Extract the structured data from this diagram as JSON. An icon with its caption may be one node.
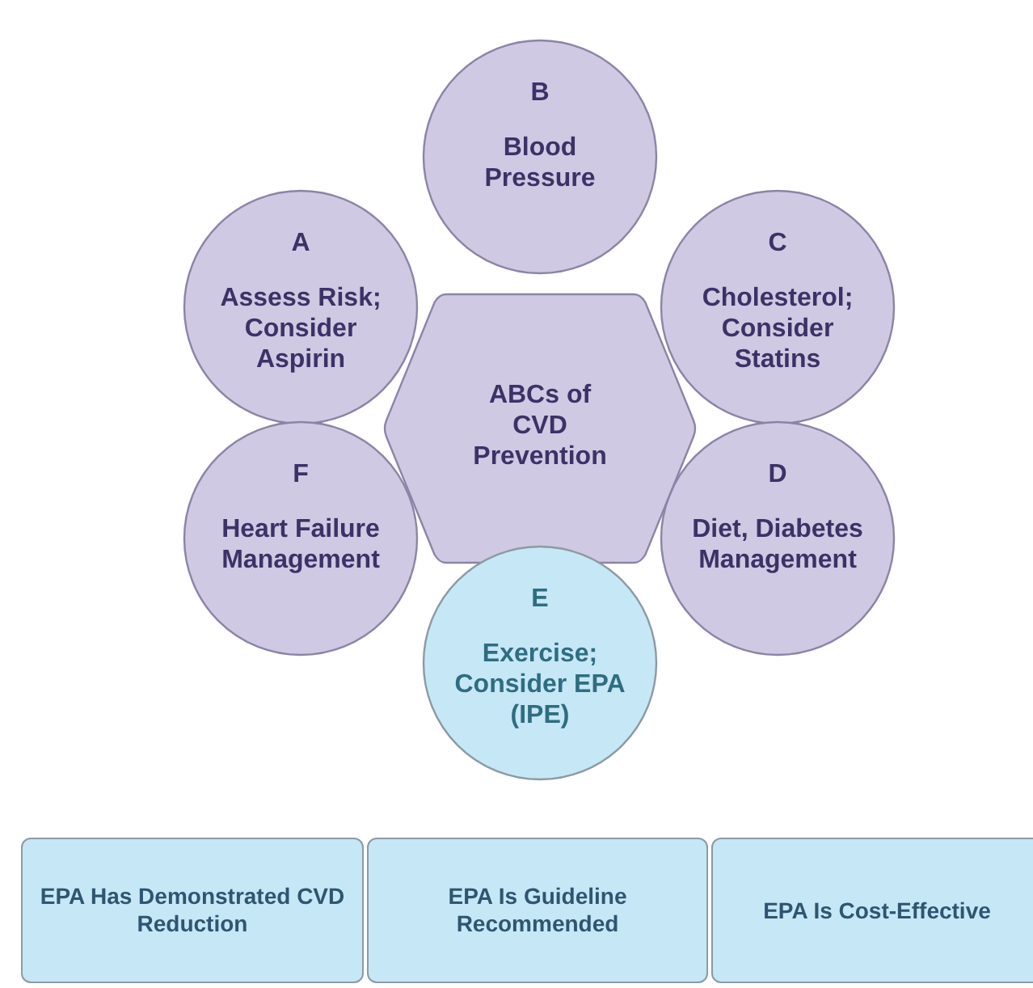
{
  "diagram": {
    "nodes": [
      {
        "text": [
          "B",
          "Blood Pressure"
        ]
      },
      {
        "text": [
          "A",
          "Assess Risk; Consider Aspirin"
        ]
      },
      {
        "text": [
          "C",
          "Cholesterol; Consider Statins"
        ]
      },
      {
        "text": [
          "ABCs of CVD Prevention"
        ]
      },
      {
        "text": [
          "F",
          "Heart Failure Management"
        ]
      },
      {
        "text": [
          "D",
          "Diet, Diabetes Management"
        ]
      },
      {
        "text": [
          "E",
          "Exercise; Consider EPA (IPE)"
        ]
      },
      {
        "text": [
          "EPA Has Demonstrated CVD Reduction"
        ]
      },
      {
        "text": [
          "EPA Is Guideline Recommended"
        ]
      },
      {
        "text": [
          "EPA Is Cost-Effective"
        ]
      }
    ]
  }
}
